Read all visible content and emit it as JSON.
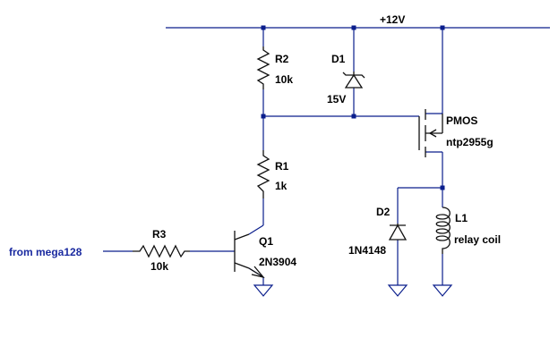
{
  "colors": {
    "wire": "#0a1e8c",
    "component": "#111111",
    "net_label": "#1a2aa0",
    "background": "#ffffff"
  },
  "nets": {
    "supply": "+12V",
    "input": "from mega128"
  },
  "components": {
    "R1": {
      "ref": "R1",
      "value": "1k"
    },
    "R2": {
      "ref": "R2",
      "value": "10k"
    },
    "R3": {
      "ref": "R3",
      "value": "10k"
    },
    "D1": {
      "ref": "D1",
      "value": "15V"
    },
    "D2": {
      "ref": "D2",
      "value": "1N4148"
    },
    "Q1": {
      "ref": "Q1",
      "value": "2N3904"
    },
    "M1": {
      "ref": "PMOS",
      "value": "ntp2955g"
    },
    "L1": {
      "ref": "L1",
      "value": "relay coil"
    }
  }
}
